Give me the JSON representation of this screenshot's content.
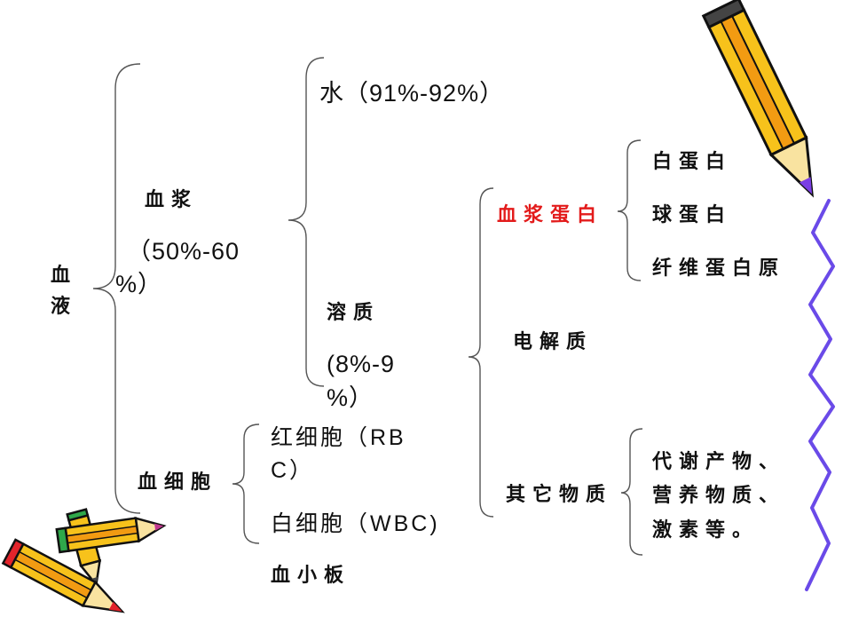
{
  "root": {
    "label_lines": [
      "血",
      "液"
    ]
  },
  "plasma": {
    "label": "血浆",
    "pct_lines": [
      "（50%-60",
      "%）"
    ]
  },
  "cells": {
    "label": "血细胞"
  },
  "water": {
    "label": "水（91%-92%）"
  },
  "solute": {
    "label": "溶质",
    "pct_lines": [
      "(8%-9",
      "%）"
    ]
  },
  "rbc": {
    "lines": [
      "红细胞（RB",
      "C）"
    ]
  },
  "wbc": {
    "label": "白细胞（WBC)"
  },
  "platelet": {
    "label": "血小板"
  },
  "plasma_protein": {
    "label": "血浆蛋白"
  },
  "electrolyte": {
    "label": "电解质"
  },
  "other": {
    "label": "其它物质"
  },
  "proteins": [
    "白蛋白",
    "球蛋白",
    "纤维蛋白原"
  ],
  "other_items": [
    "代谢产物、",
    "营养物质、",
    "激素等。"
  ],
  "colors": {
    "text": "#111111",
    "highlight": "#e31b1b",
    "brace": "#555555",
    "wave": "#6a4ae8",
    "pencil_body": "#f7c21b"
  },
  "icons": [
    "pencil-icon",
    "wavy-border"
  ]
}
